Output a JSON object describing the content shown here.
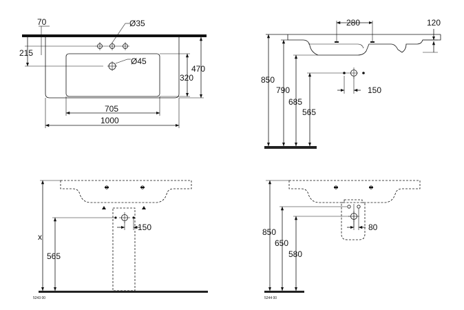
{
  "views": {
    "top": {
      "d_70": "70",
      "d_215": "215",
      "d_tap_hole": "Ø35",
      "d_overflow": "Ø45",
      "d_320": "320",
      "d_470": "470",
      "d_705": "705",
      "d_1000": "1000"
    },
    "side": {
      "d_280": "280",
      "d_120": "120",
      "d_850": "850",
      "d_790": "790",
      "d_685": "685",
      "d_565": "565",
      "d_150": "150"
    },
    "front_pedestal": {
      "d_x": "x",
      "d_565": "565",
      "d_150": "150",
      "code": "5243 00"
    },
    "front_semi": {
      "d_850": "850",
      "d_650": "650",
      "d_580": "580",
      "d_80": "80",
      "code": "5244 00"
    }
  },
  "colors": {
    "line": "#111111",
    "background": "#ffffff"
  }
}
